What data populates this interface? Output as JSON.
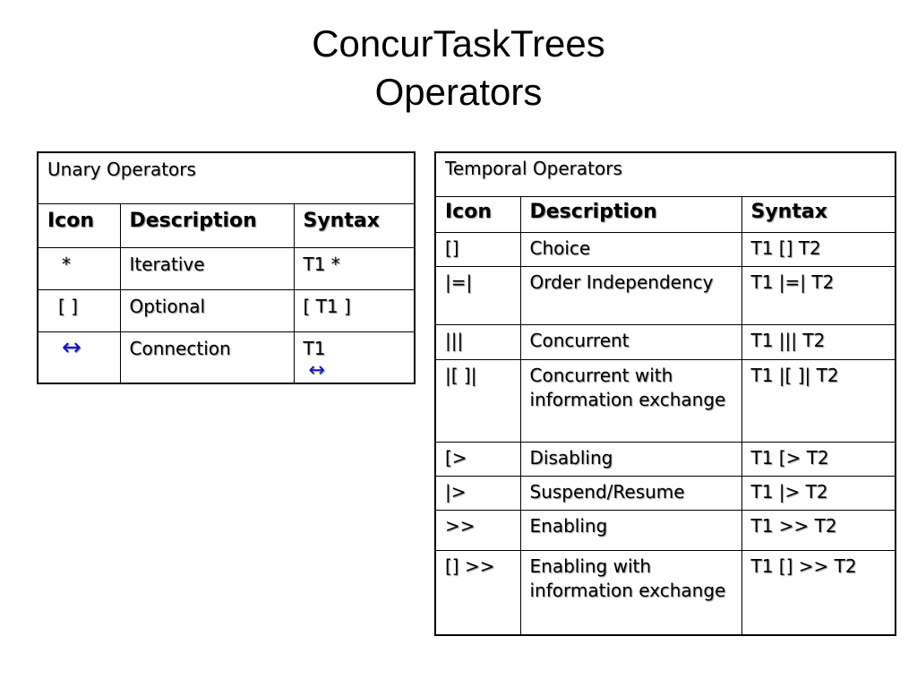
{
  "title": {
    "line1": "ConcurTaskTrees",
    "line2": "Operators"
  },
  "unary": {
    "caption": "Unary Operators",
    "headers": [
      "Icon",
      "Description",
      "Syntax"
    ],
    "rows": [
      {
        "icon": "*",
        "description": "Iterative",
        "syntax": "T1 *"
      },
      {
        "icon": "[ ]",
        "description": "Optional",
        "syntax": "[ T1 ]"
      },
      {
        "icon": "↔",
        "description": "Connection",
        "syntax": "T1",
        "syntax_icon": "↔"
      }
    ]
  },
  "temporal": {
    "caption": "Temporal Operators",
    "headers": [
      "Icon",
      "Description",
      "Syntax"
    ],
    "rows": [
      {
        "icon": "[]",
        "description": "Choice",
        "syntax": "T1 [] T2"
      },
      {
        "icon": "|=|",
        "description": "Order Independency",
        "syntax": "T1 |=| T2"
      },
      {
        "icon": "|||",
        "description": "Concurrent",
        "syntax": "T1 ||| T2"
      },
      {
        "icon": "|[ ]|",
        "description": "Concurrent with information exchange",
        "syntax": "T1 |[ ]| T2"
      },
      {
        "icon": "[>",
        "description": "Disabling",
        "syntax": "T1 [> T2"
      },
      {
        "icon": "|>",
        "description": "Suspend/Resume",
        "syntax": "T1 |> T2"
      },
      {
        "icon": ">>",
        "description": "Enabling",
        "syntax": "T1 >> T2"
      },
      {
        "icon": "[] >>",
        "description": "Enabling with information exchange",
        "syntax": "T1 [] >> T2"
      }
    ]
  },
  "colors": {
    "arrow": "#1010d0"
  }
}
